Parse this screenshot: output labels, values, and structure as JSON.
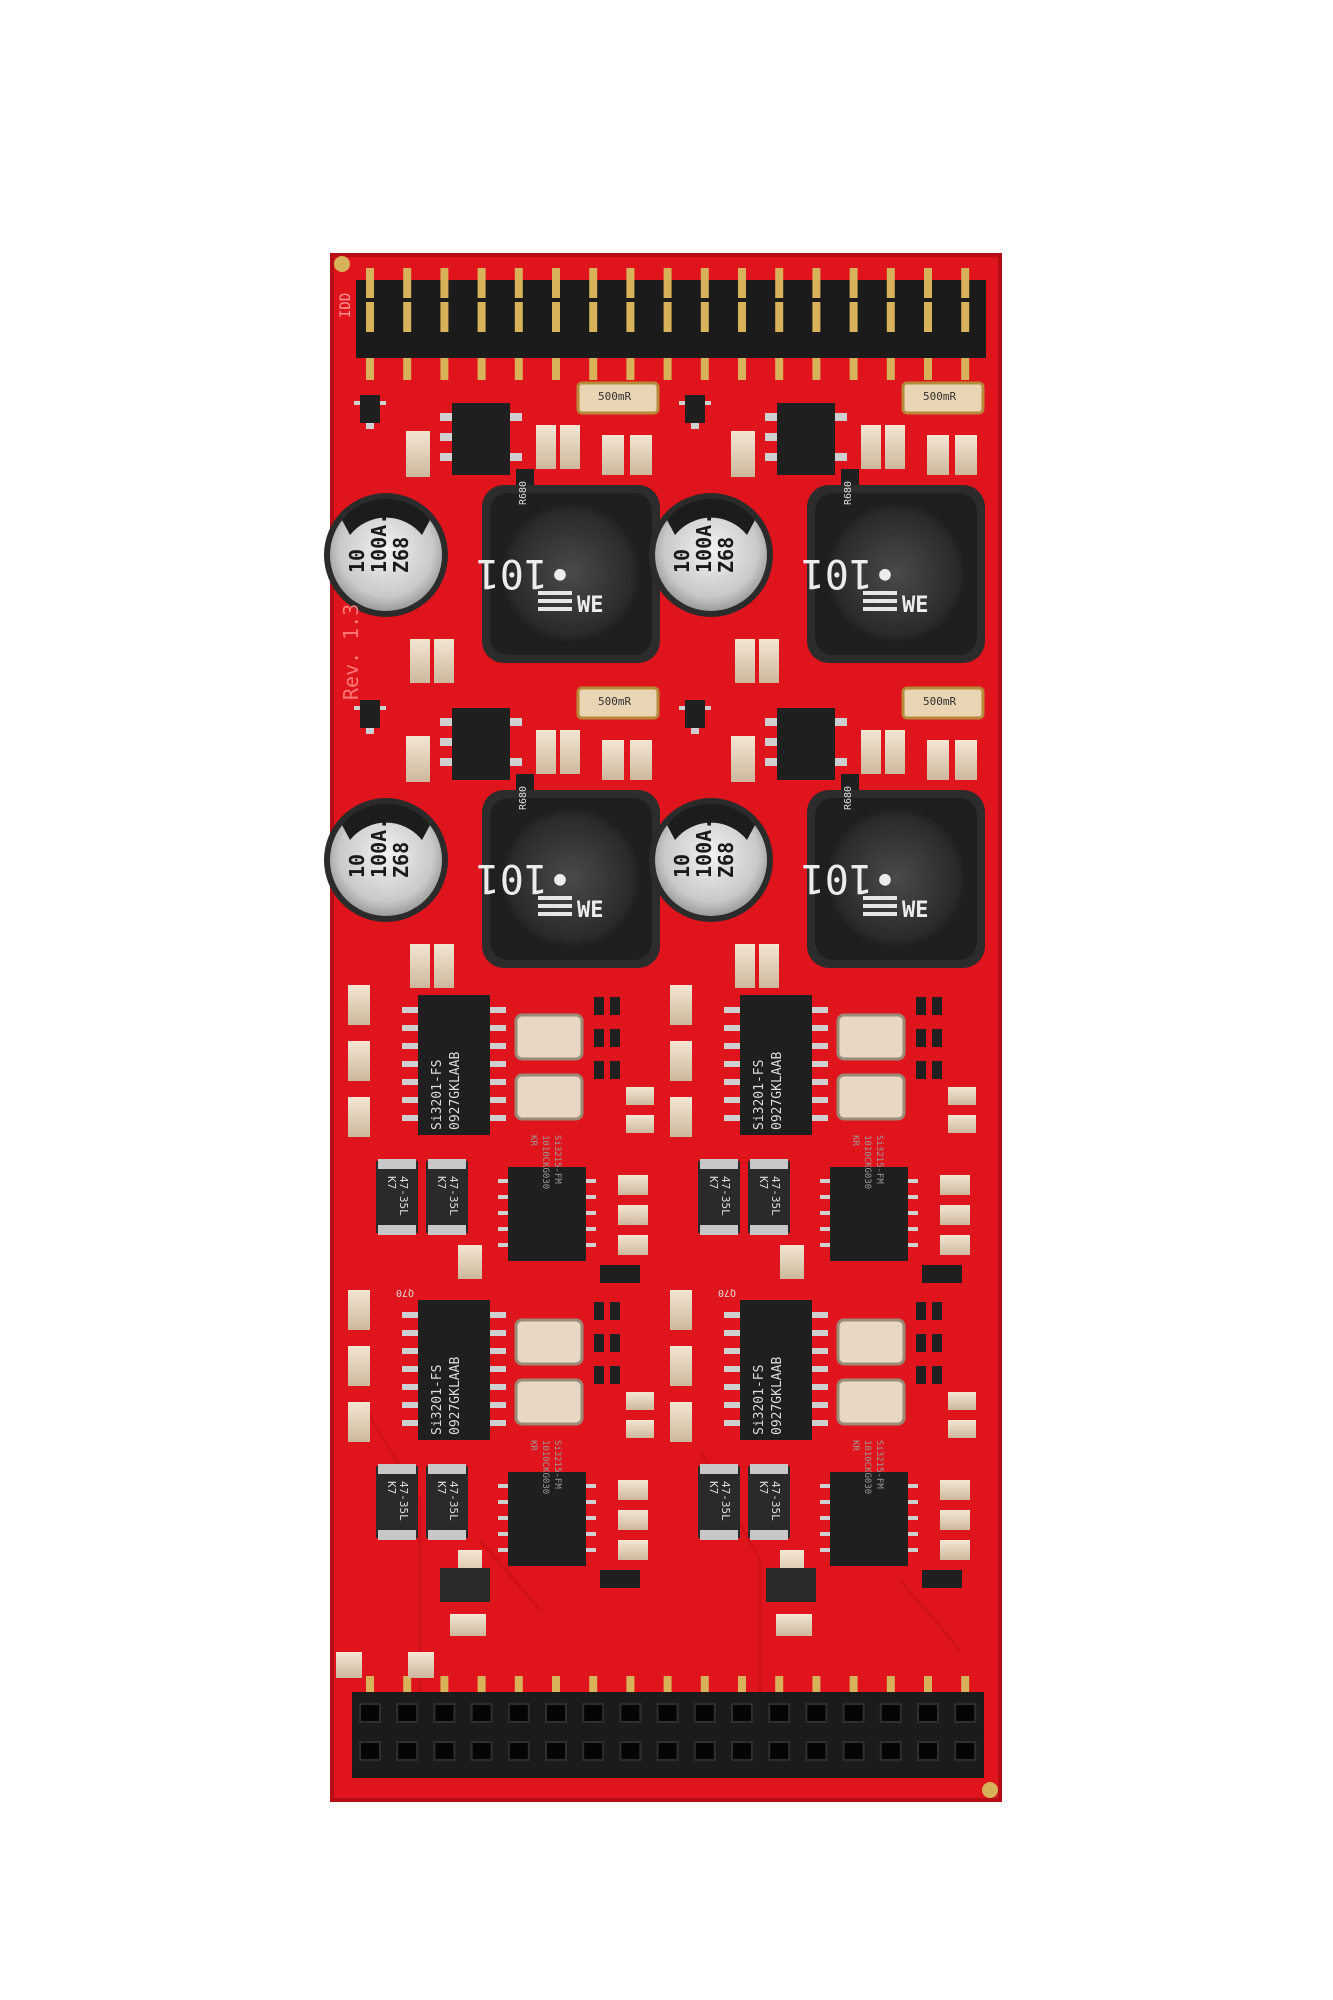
{
  "board": {
    "color": "#e0141c",
    "revision": "Rev. 1.3",
    "corner_label": "IDD"
  },
  "power_stage": {
    "capacitor": {
      "line1": "10",
      "line2": "100A.",
      "line3": "Z68"
    },
    "inductor": {
      "code": "•101",
      "brand": "WE"
    },
    "fuse": "500mR",
    "pad_label": "R680"
  },
  "line_channel": {
    "slic_chip": "Si3201-FS",
    "slic_lot": "0927GKLAAB",
    "codec_chip": "Si3215-FM",
    "codec_lot": "1010CKG030",
    "codec_origin": "KR",
    "diode": {
      "line1": "47-35L",
      "line2": "K7"
    },
    "pad_label": "Q70"
  },
  "colors": {
    "pcb": "#e0141c",
    "pcb_dark": "#b50d14",
    "chip": "#1f1f1f",
    "pin": "#d8b25a",
    "capacitor": "#d9d9d9",
    "component": "#e8d7c2"
  }
}
